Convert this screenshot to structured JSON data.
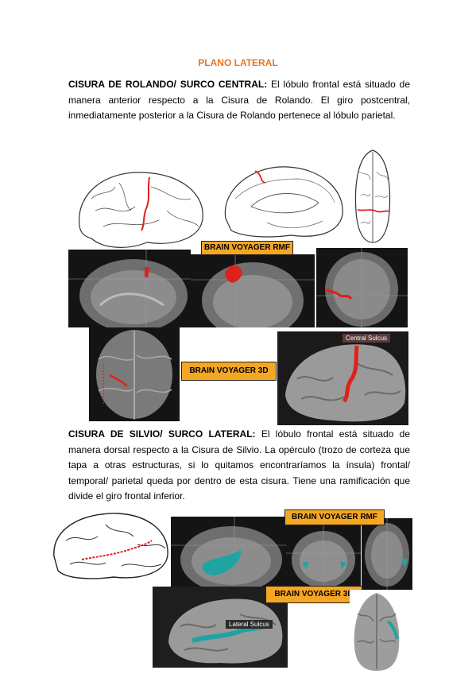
{
  "title": "PLANO LATERAL",
  "section1": {
    "heading": "CISURA DE ROLANDO/ SURCO CENTRAL:",
    "body": " El lóbulo frontal está situado de manera anterior respecto a la Cisura de Rolando. El giro postcentral, inmediatamente posterior a la Cisura de Rolando pertenece al lóbulo parietal."
  },
  "section2": {
    "heading": "CISURA DE SILVIO/ SURCO LATERAL:",
    "body": " El lóbulo frontal está situado de manera dorsal respecto a la Cisura de Silvio. La opérculo (trozo de corteza que tapa a otras estructuras, si lo quitamos encontraríamos la ínsula) frontal/ temporal/ parietal queda por dentro de esta cisura. Tiene una ramificación que divide el giro frontal inferior."
  },
  "badges": {
    "rmf1": "BRAIN VOYAGER RMF",
    "d3_1": "BRAIN VOYAGER 3D",
    "rmf2": "BRAIN VOYAGER RMF",
    "d3_2": "BRAIN VOYAGER 3D"
  },
  "labels": {
    "central_sulcus": "Central Sulcus",
    "lateral_sulcus": "Lateral Sulcus"
  },
  "colors": {
    "title": "#E87722",
    "badge": "#F5A623",
    "highlight_red": "#E0201A",
    "highlight_teal": "#1FA3A3"
  }
}
